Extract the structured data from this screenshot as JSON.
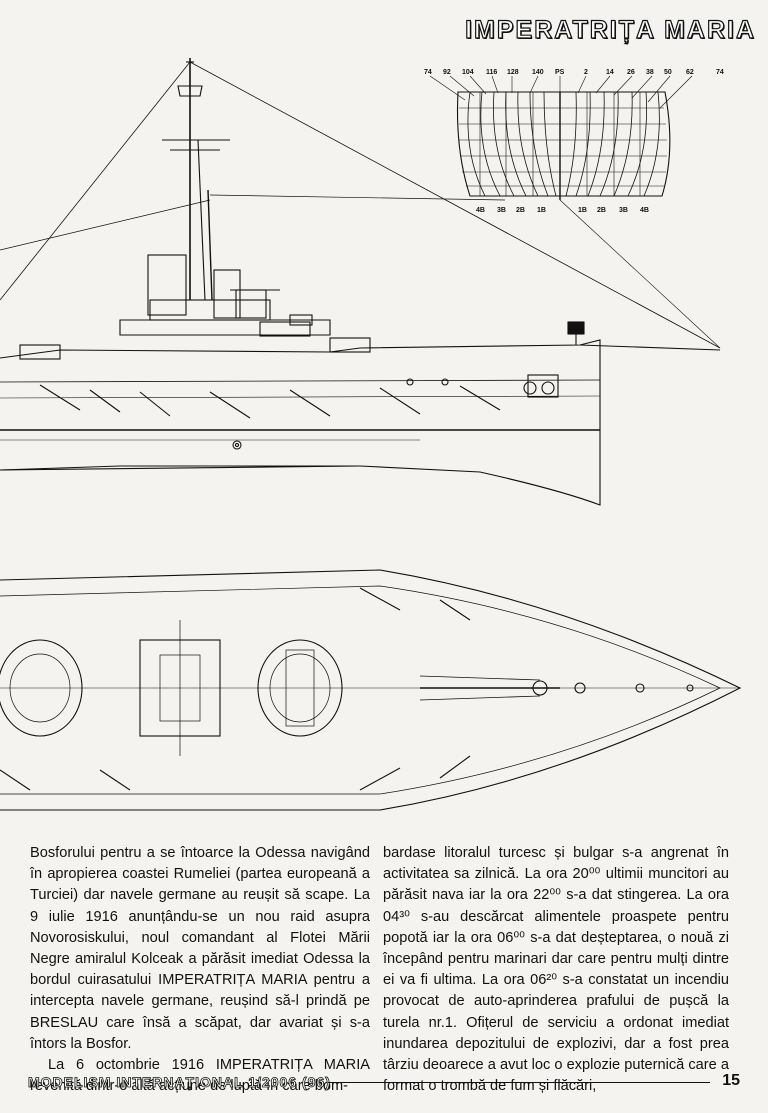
{
  "header": {
    "title": "IMPERATRIȚA MARIA"
  },
  "frames": {
    "top_labels": [
      "74",
      "92",
      "104",
      "116",
      "128",
      "140",
      "PS",
      "2",
      "14",
      "26",
      "38",
      "50",
      "62",
      "74"
    ],
    "bottom_labels": [
      "4B",
      "3B",
      "2B",
      "1B",
      "1B",
      "2B",
      "3B",
      "4B"
    ]
  },
  "article": {
    "left_p1": "Bosforului pentru a se întoarce la Odessa navigând în apropierea coastei Rumeliei (partea europeană a Turciei) dar navele germane au reușit să scape. La 9 iulie 1916 anunțându-se un nou raid asupra Novorosiskului, noul comandant al Flotei Mării Negre amiralul Kolceak a părăsit imediat Odessa la bordul cuirasatului IMPERATRIȚA MARIA pentru a intercepta navele germane, reușind să-l prindă pe BRESLAU care însă a scăpat, dar avariat și s-a întors la Bosfor.",
    "left_p2": "La 6 octombrie 1916 IMPERATRIȚA MARIA revenită dintr-o altă acțiune de luptă în care bom-",
    "right_p1": "bardase litoralul turcesc și bulgar s-a angrenat în activitatea sa zilnică. La ora 20⁰⁰ ultimii muncitori au părăsit nava iar la ora 22⁰⁰ s-a dat stingerea. La ora 04³⁰ s-au descărcat alimentele proaspete pentru popotă iar la ora 06⁰⁰ s-a dat deșteptarea, o nouă zi începând pentru marinari dar care pentru mulți dintre ei va fi ultima. La ora 06²⁰ s-a constatat un incendiu provocat de auto-aprinderea prafului de pușcă la turela nr.1. Ofițerul de serviciu a ordonat imediat inundarea depozitului de explozivi, dar a fost prea târziu deoarece a avut loc o explozie puternică care a format o trombă de fum și flăcări,"
  },
  "footer": {
    "publication": "MODELISM INTERNAȚIONAL 1/2006 (96)",
    "page": "15"
  }
}
